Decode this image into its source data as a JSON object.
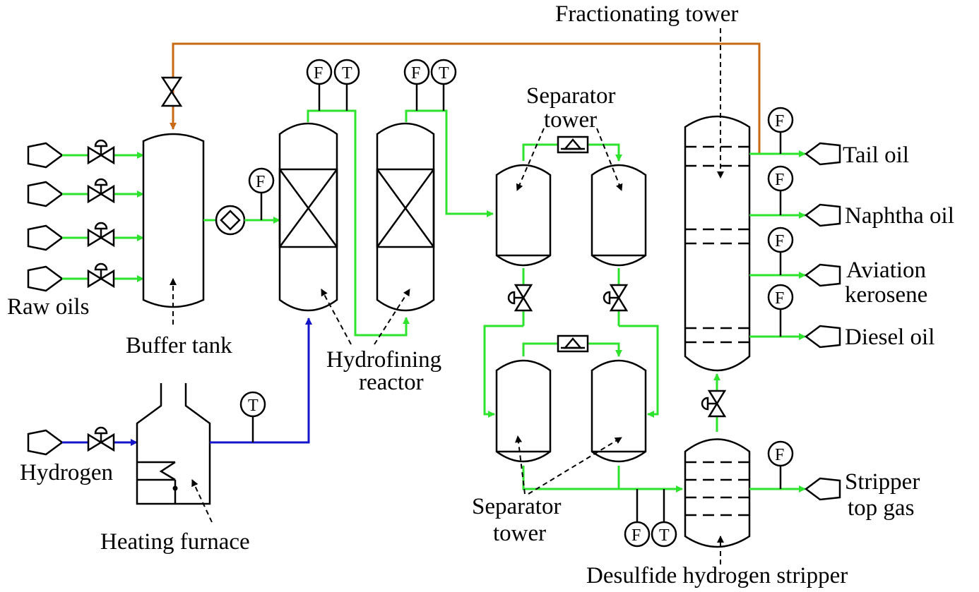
{
  "labels": {
    "fractionating_tower": "Fractionating tower",
    "separator_tower_top_1": "Separator",
    "separator_tower_top_2": "tower",
    "tail_oil": "Tail oil",
    "naphtha_oil": "Naphtha oil",
    "aviation_kerosene_1": "Aviation",
    "aviation_kerosene_2": "kerosene",
    "diesel_oil": "Diesel oil",
    "raw_oils": "Raw oils",
    "buffer_tank": "Buffer tank",
    "hydrofining_reactor_1": "Hydrofining",
    "hydrofining_reactor_2": "reactor",
    "hydrogen": "Hydrogen",
    "heating_furnace": "Heating furnace",
    "separator_tower_bottom_1": "Separator",
    "separator_tower_bottom_2": "tower",
    "stripper_top_gas_1": "Stripper",
    "stripper_top_gas_2": "top gas",
    "desulfide_hydrogen_stripper": "Desulfide hydrogen stripper"
  },
  "instruments": {
    "flow": "F",
    "temperature": "T"
  },
  "line_colors": {
    "oil_flow": "#2ee32e",
    "hydrogen_flow": "#1414c8",
    "recycle_flow": "#c86a14",
    "equipment": "#000000"
  },
  "icons": [
    "pentagon-source-icon",
    "control-valve-icon",
    "pump-icon",
    "flow-meter-icon",
    "temperature-sensor-icon",
    "heat-exchanger-icon",
    "heating-coil-icon"
  ]
}
